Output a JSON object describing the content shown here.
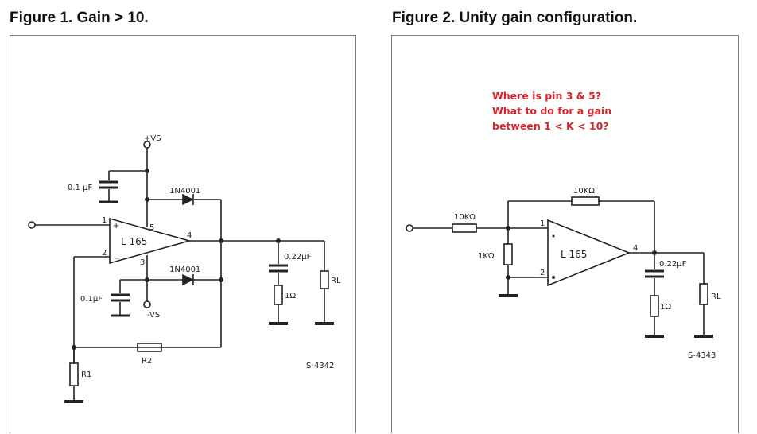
{
  "figure1": {
    "title": "Figure 1. Gain > 10.",
    "labels": {
      "vs_pos": "+VS",
      "vs_neg": "-VS",
      "cap_top": "0.1 μF",
      "cap_bottom": "0.1μF",
      "diode_top": "1N4001",
      "diode_bottom": "1N4001",
      "chip": "L 165",
      "pin1": "1",
      "pin2": "2",
      "pin3": "3",
      "pin4": "4",
      "pin5": "5",
      "plus": "+",
      "minus": "−",
      "cap_out": "0.22μF",
      "r_out": "1Ω",
      "rl": "RL",
      "r1": "R1",
      "r2": "R2",
      "ref": "S-4342"
    }
  },
  "figure2": {
    "title": "Figure 2. Unity gain configuration.",
    "question": [
      "Where is pin 3 & 5?",
      "What to do for a gain",
      "between 1 < K < 10?"
    ],
    "labels": {
      "r_feedback": "10KΩ",
      "r_in": "10KΩ",
      "r_bias": "1KΩ",
      "chip": "L 165",
      "pin1": "1",
      "pin2": "2",
      "pin4": "4",
      "cap_out": "0.22μF",
      "r_out": "1Ω",
      "rl": "RL",
      "ref": "S-4343"
    }
  },
  "colors": {
    "annotation": "#d6262b",
    "ink": "#222222",
    "border": "#7a7a7a"
  }
}
